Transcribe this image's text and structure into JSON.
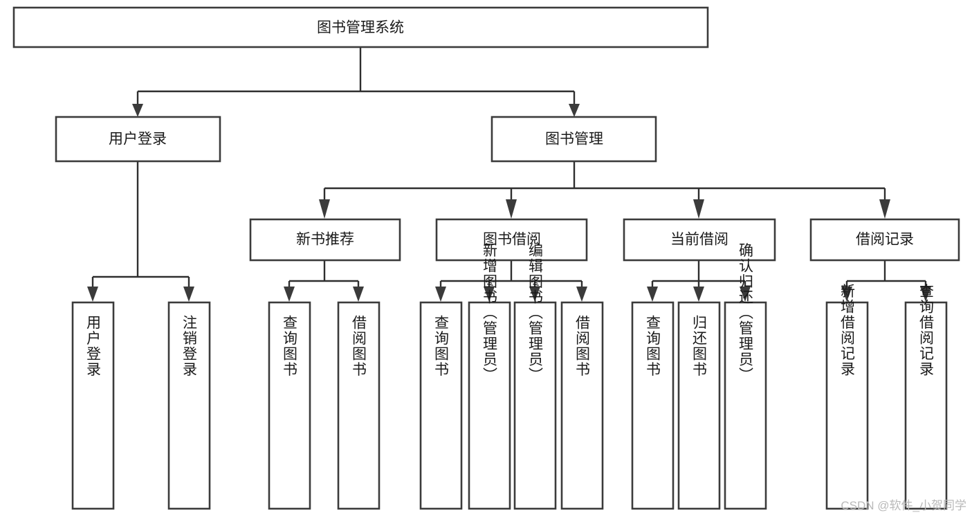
{
  "diagram": {
    "type": "tree-hierarchy",
    "title": "图书管理系统",
    "watermark": "CSDN @软件_小贺同学",
    "colors": {
      "background": "#ffffff",
      "box_stroke": "#3b3b3b",
      "box_fill": "#ffffff",
      "connector": "#2e2e2e",
      "text": "#1a1a1a",
      "watermark": "#b9b9b9"
    },
    "root": {
      "label": "图书管理系统",
      "orientation": "horizontal"
    },
    "level1": [
      {
        "label": "用户登录",
        "orientation": "horizontal"
      },
      {
        "label": "图书管理",
        "orientation": "horizontal"
      }
    ],
    "level2": [
      {
        "label": "新书推荐",
        "orientation": "horizontal",
        "parent": "图书管理"
      },
      {
        "label": "图书借阅",
        "orientation": "horizontal",
        "parent": "图书管理"
      },
      {
        "label": "当前借阅",
        "orientation": "horizontal",
        "parent": "图书管理"
      },
      {
        "label": "借阅记录",
        "orientation": "horizontal",
        "parent": "图书管理"
      }
    ],
    "leaves": {
      "用户登录": [
        {
          "label": "用户登录",
          "orientation": "vertical"
        },
        {
          "label": "注销登录",
          "orientation": "vertical"
        }
      ],
      "新书推荐": [
        {
          "label": "查询图书",
          "orientation": "vertical"
        },
        {
          "label": "借阅图书",
          "orientation": "vertical"
        }
      ],
      "图书借阅": [
        {
          "label": "查询图书",
          "orientation": "vertical"
        },
        {
          "label": "新增图书（管理员）",
          "orientation": "vertical"
        },
        {
          "label": "编辑图书（管理员）",
          "orientation": "vertical"
        },
        {
          "label": "借阅图书",
          "orientation": "vertical"
        }
      ],
      "当前借阅": [
        {
          "label": "查询图书",
          "orientation": "vertical"
        },
        {
          "label": "归还图书",
          "orientation": "vertical"
        },
        {
          "label": "确认归还（管理员）",
          "orientation": "vertical"
        }
      ],
      "借阅记录": [
        {
          "label": "新增借阅记录",
          "orientation": "vertical"
        },
        {
          "label": "查询借阅记录",
          "orientation": "vertical"
        }
      ]
    }
  }
}
